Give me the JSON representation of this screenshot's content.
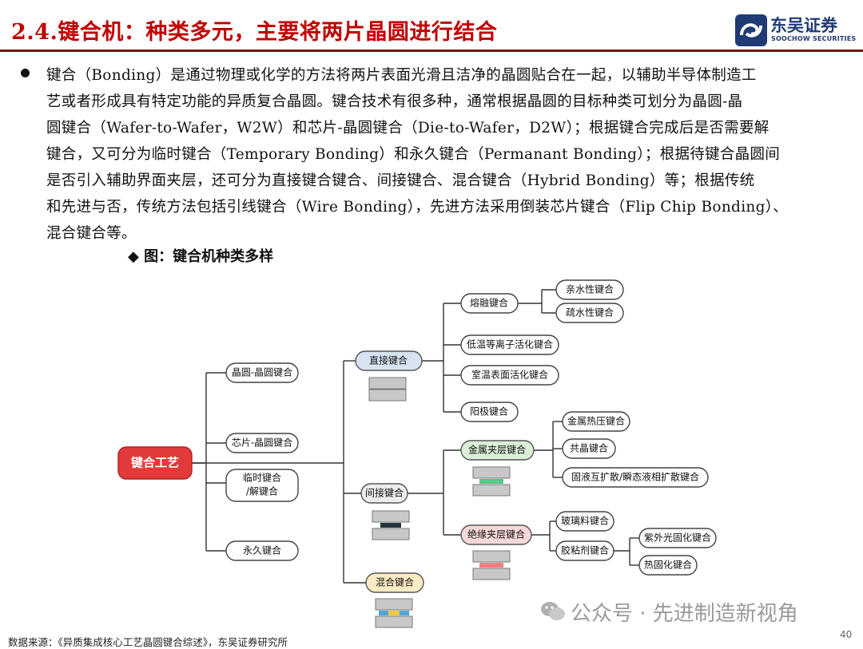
{
  "header": {
    "title": "2.4.键合机：种类多元，主要将两片晶圆进行结合",
    "logo_cn": "东吴证券",
    "logo_en": "SOOCHOW SECURITIES"
  },
  "body": {
    "lines": [
      "键合（Bonding）是通过物理或化学的方法将两片表面光滑且洁净的晶圆贴合在一起，以辅助半导体制造工",
      "艺或者形成具有特定功能的异质复合晶圆。键合技术有很多种，通常根据晶圆的目标种类可划分为晶圆-晶",
      "圆键合（Wafer-to-Wafer，W2W）和芯片-晶圆键合（Die-to-Wafer，D2W）；根据键合完成后是否需要解",
      "键合，又可分为临时键合（Temporary Bonding）和永久键合（Permanant Bonding）；根据待键合晶圆间",
      "是否引入辅助界面夹层，还可分为直接键合键合、间接键合、混合键合（Hybrid Bonding）等；根据传统",
      "和先进与否，传统方法包括引线键合（Wire Bonding），先进方法采用倒装芯片键合（Flip Chip Bonding）、",
      "混合键合等。"
    ]
  },
  "figure": {
    "title": "◆ 图：键合机种类多样",
    "nodes": {
      "root": "键合工艺",
      "w2w": "晶圆-晶圆键合",
      "d2w": "芯片-晶圆键合",
      "temp": "临时键合",
      "temp2": "/解键合",
      "perm": "永久键合",
      "direct": "直接键合",
      "indirect": "间接键合",
      "hybrid": "混合键合",
      "fusion": "熔融键合",
      "hydrophilic": "亲水性键合",
      "hydrophobic": "疏水性键合",
      "lowtemp": "低温等离子活化键合",
      "roomtemp": "室温表面活化键合",
      "anodic": "阳极键合",
      "metal": "金属夹层键合",
      "thermo": "金属热压键合",
      "eutectic": "共晶键合",
      "slid": "固液互扩散/瞬态液相扩散键合",
      "insul": "绝缘夹层键合",
      "glass": "玻璃料键合",
      "adhesive": "胶粘剂键合",
      "uv": "紫外光固化键合",
      "thermal": "热固化键合"
    }
  },
  "footer": {
    "source": "数据来源：《异质集成核心工艺晶圆键合综述》，东吴证券研究所",
    "watermark": "公众号 · 先进制造新视角",
    "page": "40"
  },
  "colors": {
    "title_red": "#c00000",
    "root_red": "#e03a3a",
    "direct_blue": "#d7e3f1",
    "metal_green": "#d9efd6",
    "insul_pink": "#f7d8d8",
    "hybrid_yellow": "#fbecc4",
    "indirect_gray": "#ececec"
  }
}
